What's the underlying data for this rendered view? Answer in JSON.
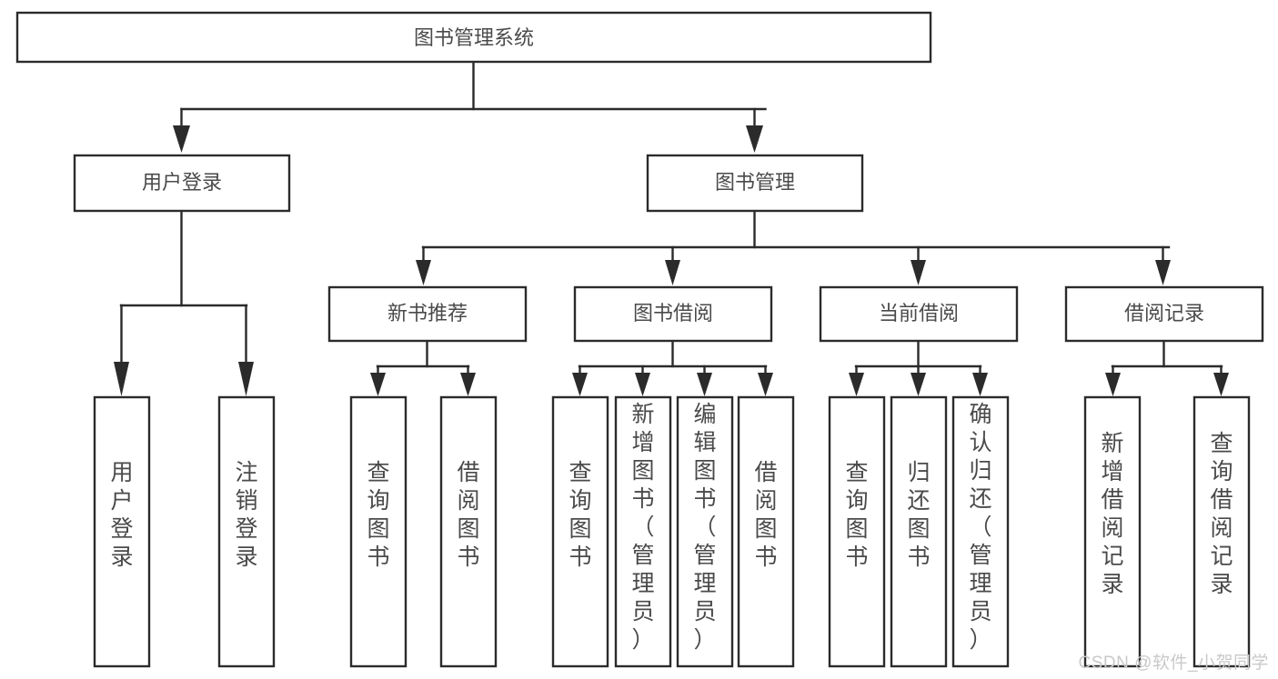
{
  "diagram": {
    "type": "tree-hierarchy",
    "title": "图书管理系统",
    "orientation": "top-down",
    "colors": {
      "box_stroke": "#2b2b2b",
      "box_fill": "#ffffff",
      "label_text": "#4a4a4a",
      "connector": "#2b2b2b",
      "watermark": "#c9c9c9"
    },
    "root": {
      "id": "root",
      "label": "图书管理系统",
      "orientation": "horizontal"
    },
    "level2": [
      {
        "id": "user-login",
        "label": "用户登录",
        "orientation": "horizontal"
      },
      {
        "id": "book-manage",
        "label": "图书管理",
        "orientation": "horizontal"
      }
    ],
    "level3": [
      {
        "id": "new-book-recommend",
        "label": "新书推荐",
        "parent": "book-manage",
        "orientation": "horizontal"
      },
      {
        "id": "book-borrow",
        "label": "图书借阅",
        "parent": "book-manage",
        "orientation": "horizontal"
      },
      {
        "id": "current-borrow",
        "label": "当前借阅",
        "parent": "book-manage",
        "orientation": "horizontal"
      },
      {
        "id": "borrow-record",
        "label": "借阅记录",
        "parent": "book-manage",
        "orientation": "horizontal"
      }
    ],
    "leaves": [
      {
        "id": "leaf-user-login",
        "label": "用户登录",
        "parent": "user-login",
        "orientation": "vertical"
      },
      {
        "id": "leaf-user-logout",
        "label": "注销登录",
        "parent": "user-login",
        "orientation": "vertical"
      },
      {
        "id": "leaf-rec-query-book",
        "label": "查询图书",
        "parent": "new-book-recommend",
        "orientation": "vertical"
      },
      {
        "id": "leaf-rec-borrow-book",
        "label": "借阅图书",
        "parent": "new-book-recommend",
        "orientation": "vertical"
      },
      {
        "id": "leaf-borrow-query-book",
        "label": "查询图书",
        "parent": "book-borrow",
        "orientation": "vertical"
      },
      {
        "id": "leaf-borrow-add-book",
        "label": "新增图书（管理员）",
        "parent": "book-borrow",
        "orientation": "vertical"
      },
      {
        "id": "leaf-borrow-edit-book",
        "label": "编辑图书（管理员）",
        "parent": "book-borrow",
        "orientation": "vertical"
      },
      {
        "id": "leaf-borrow-borrow-book",
        "label": "借阅图书",
        "parent": "book-borrow",
        "orientation": "vertical"
      },
      {
        "id": "leaf-current-query-book",
        "label": "查询图书",
        "parent": "current-borrow",
        "orientation": "vertical"
      },
      {
        "id": "leaf-current-return-book",
        "label": "归还图书",
        "parent": "current-borrow",
        "orientation": "vertical"
      },
      {
        "id": "leaf-current-confirm-return",
        "label": "确认归还（管理员）",
        "parent": "current-borrow",
        "orientation": "vertical"
      },
      {
        "id": "leaf-record-add",
        "label": "新增借阅记录",
        "parent": "borrow-record",
        "orientation": "vertical"
      },
      {
        "id": "leaf-record-query",
        "label": "查询借阅记录",
        "parent": "borrow-record",
        "orientation": "vertical"
      }
    ],
    "watermark": "CSDN @软件_小贺同学"
  }
}
